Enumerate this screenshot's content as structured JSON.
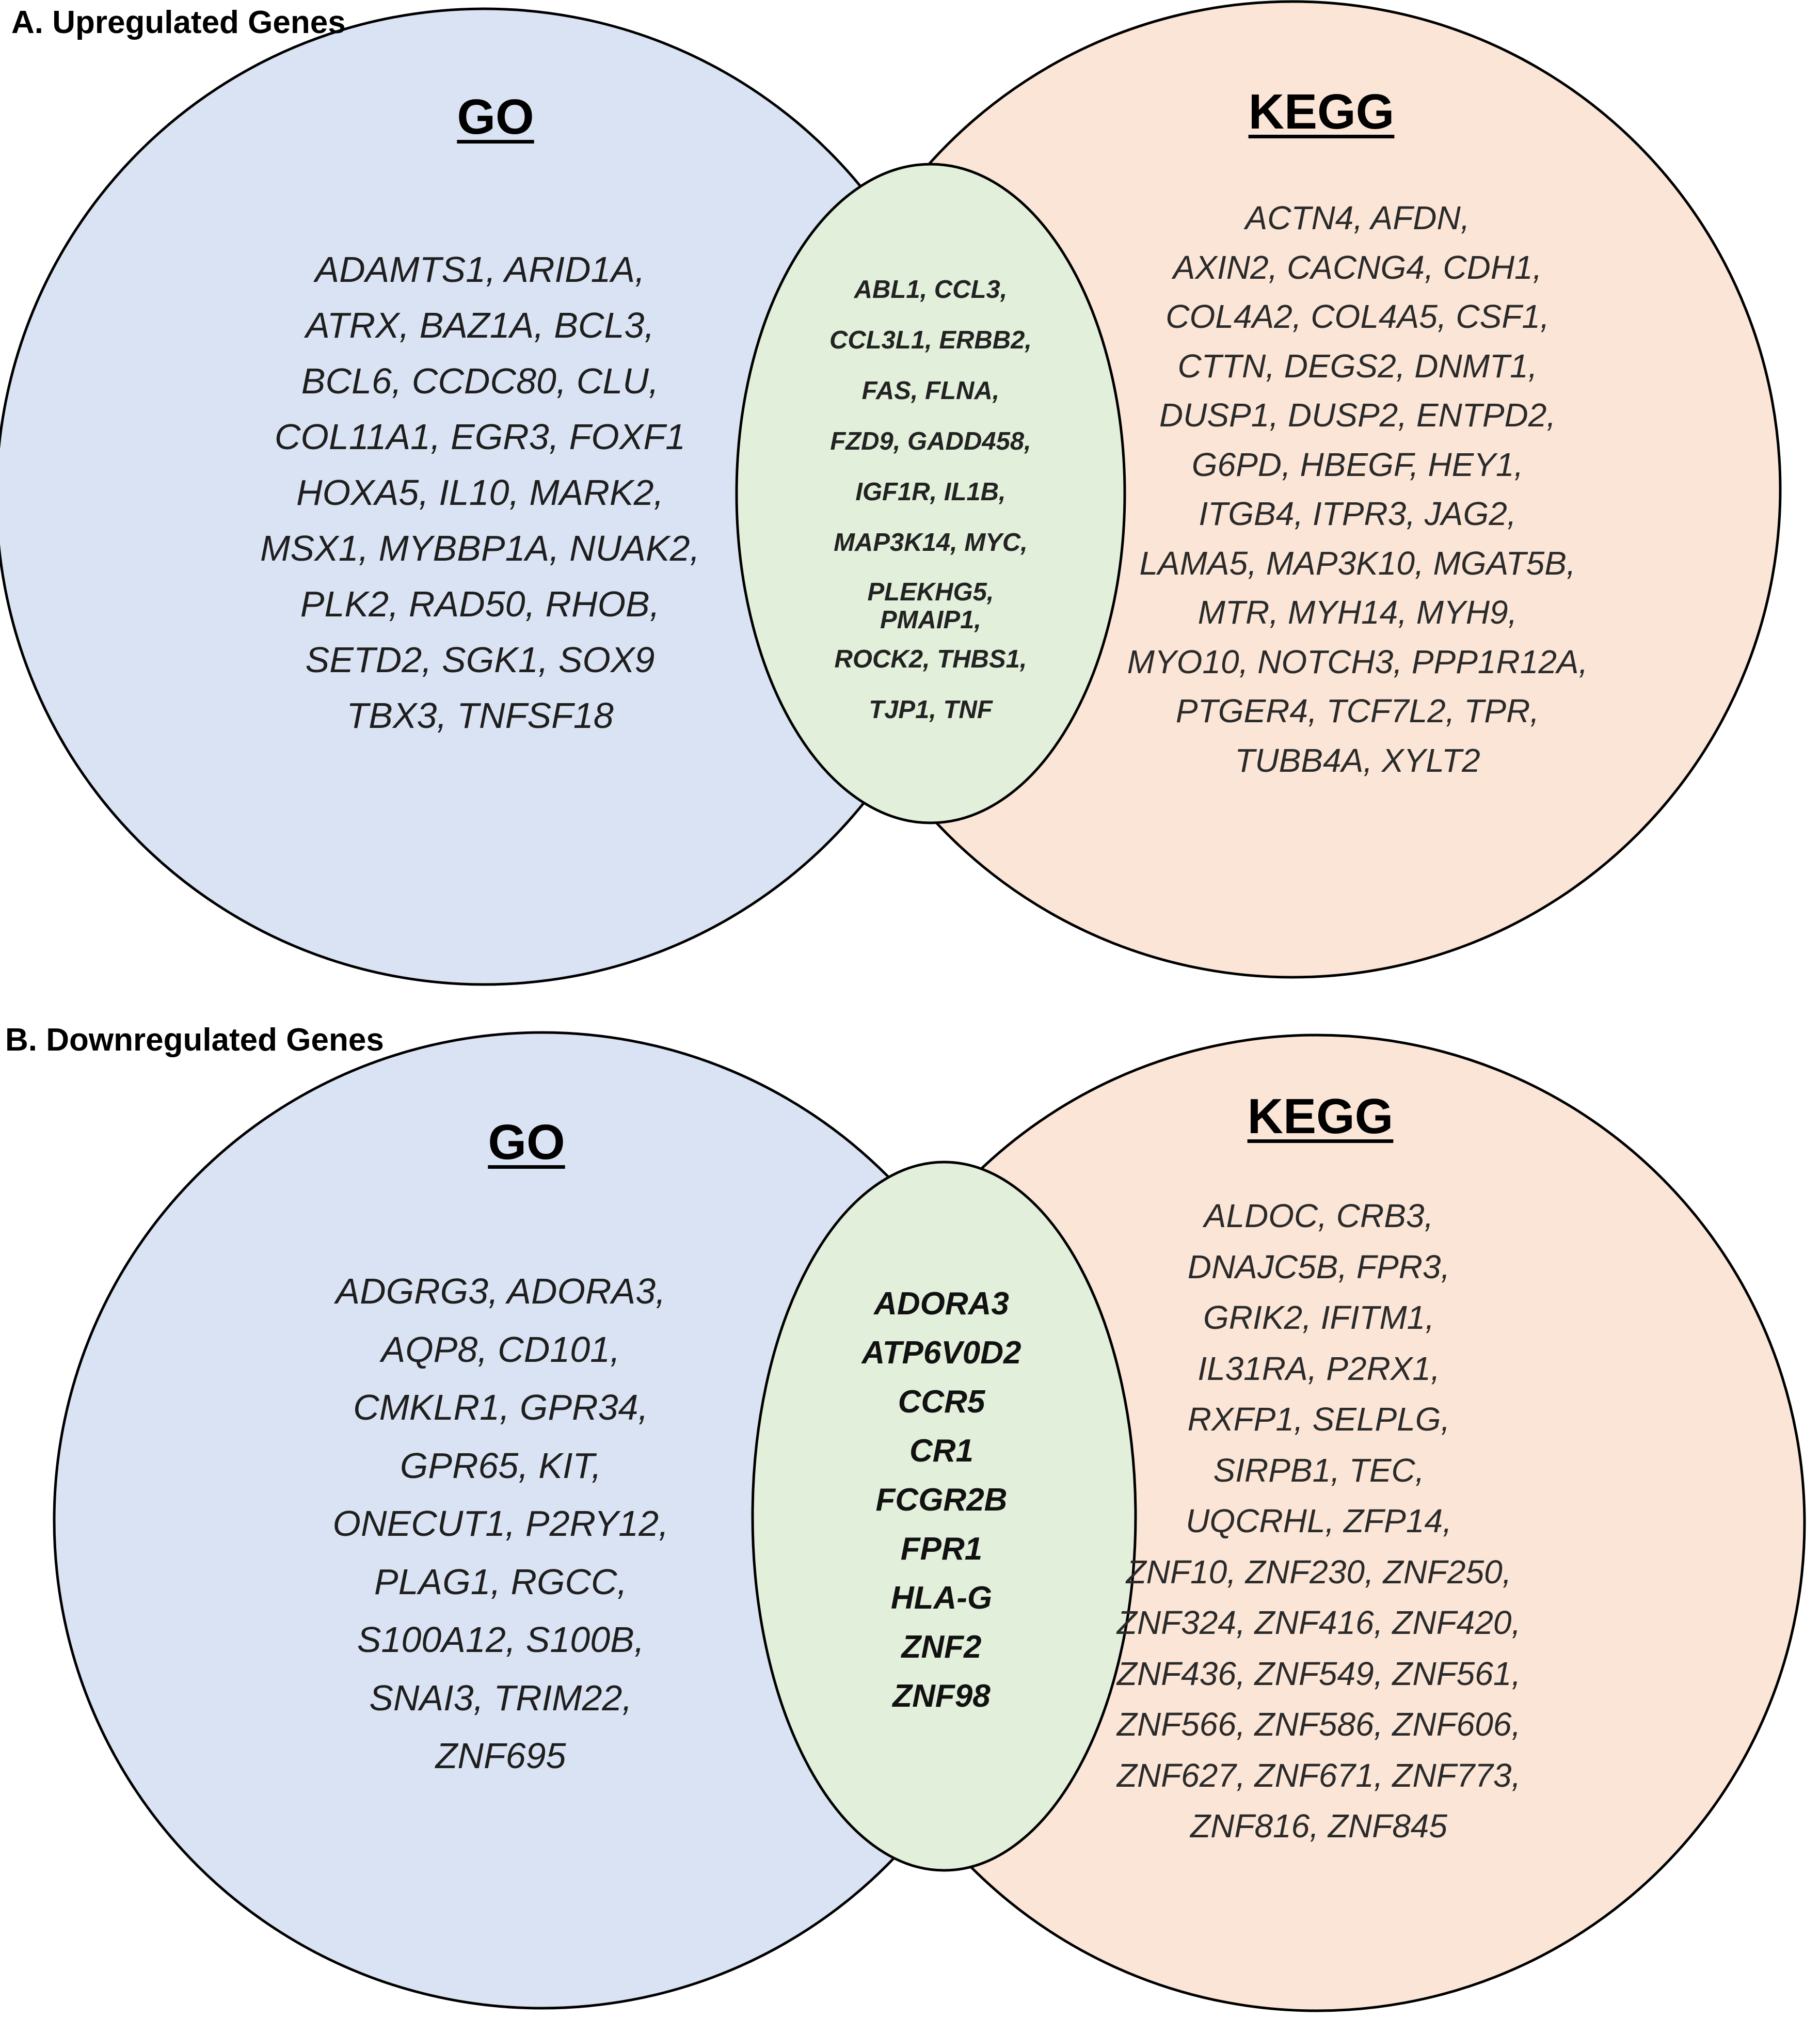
{
  "panel_a": {
    "title": "A. Upregulated Genes",
    "go_label": "GO",
    "kegg_label": "KEGG",
    "go_genes": [
      "ADAMTS1, ARID1A,",
      "ATRX, BAZ1A, BCL3,",
      "BCL6, CCDC80, CLU,",
      "COL11A1, EGR3, FOXF1",
      "HOXA5, IL10,  MARK2,",
      "MSX1, MYBBP1A, NUAK2,",
      "PLK2, RAD50, RHOB,",
      "SETD2, SGK1, SOX9",
      "TBX3, TNFSF18"
    ],
    "shared_genes": [
      "ABL1, CCL3,",
      "CCL3L1, ERBB2,",
      "FAS, FLNA,",
      "FZD9, GADD458,",
      "IGF1R, IL1B,",
      "MAP3K14, MYC,",
      "PLEKHG5,",
      "PMAIP1,",
      "ROCK2, THBS1,",
      "TJP1, TNF"
    ],
    "kegg_genes": [
      "ACTN4, AFDN,",
      "AXIN2, CACNG4, CDH1,",
      "COL4A2, COL4A5, CSF1,",
      "CTTN, DEGS2, DNMT1,",
      "DUSP1, DUSP2, ENTPD2,",
      "G6PD, HBEGF, HEY1,",
      "ITGB4, ITPR3, JAG2,",
      "LAMA5, MAP3K10, MGAT5B,",
      "MTR, MYH14, MYH9,",
      "MYO10, NOTCH3, PPP1R12A,",
      "PTGER4, TCF7L2, TPR,",
      "TUBB4A, XYLT2"
    ]
  },
  "panel_b": {
    "title": "B. Downregulated Genes",
    "go_label": "GO",
    "kegg_label": "KEGG",
    "go_genes": [
      "ADGRG3, ADORA3,",
      "AQP8, CD101,",
      "CMKLR1, GPR34,",
      "GPR65, KIT,",
      "ONECUT1, P2RY12,",
      "PLAG1, RGCC,",
      "S100A12, S100B,",
      "SNAI3, TRIM22,",
      "ZNF695"
    ],
    "shared_genes": [
      "ADORA3",
      "ATP6V0D2",
      "CCR5",
      "CR1",
      "FCGR2B",
      "FPR1",
      "HLA-G",
      "ZNF2",
      "ZNF98"
    ],
    "kegg_genes": [
      "ALDOC, CRB3,",
      "DNAJC5B, FPR3,",
      "GRIK2, IFITM1,",
      "IL31RA, P2RX1,",
      "RXFP1, SELPLG,",
      "SIRPB1, TEC,",
      "UQCRHL, ZFP14,",
      "ZNF10, ZNF230, ZNF250,",
      "ZNF324, ZNF416, ZNF420,",
      "ZNF436, ZNF549, ZNF561,",
      "ZNF566, ZNF586, ZNF606,",
      "ZNF627, ZNF671, ZNF773,",
      "ZNF816, ZNF845"
    ]
  },
  "colors": {
    "go_fill": "#dae3f3",
    "kegg_fill": "#fbe5d6",
    "shared_fill": "#e2efda",
    "outline": "#000000"
  }
}
